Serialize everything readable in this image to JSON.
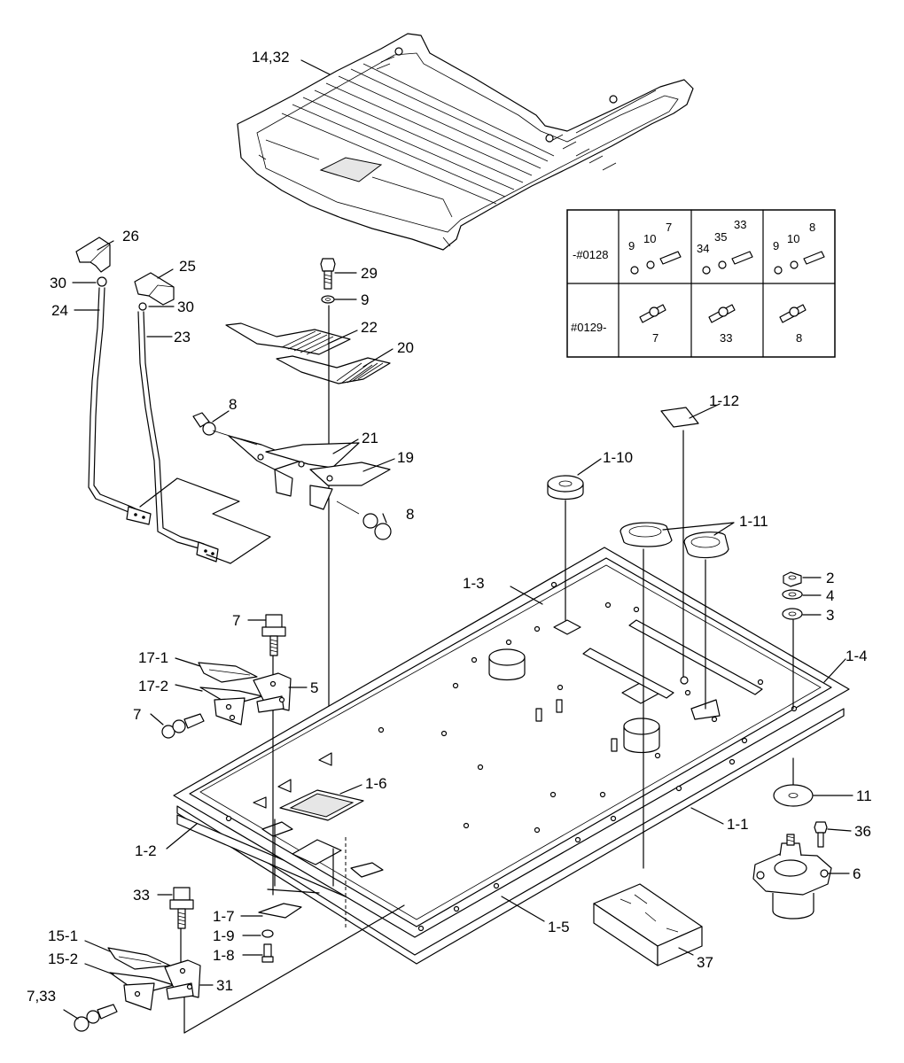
{
  "labels": {
    "l_1432": "14,32",
    "l_26": "26",
    "l_25": "25",
    "l_30a": "30",
    "l_30b": "30",
    "l_24": "24",
    "l_23": "23",
    "l_29": "29",
    "l_9": "9",
    "l_22": "22",
    "l_20": "20",
    "l_8a": "8",
    "l_21": "21",
    "l_19": "19",
    "l_8b": "8",
    "l_1_12": "1-12",
    "l_1_10": "1-10",
    "l_1_11": "1-11",
    "l_1_3": "1-3",
    "l_2": "2",
    "l_4": "4",
    "l_3": "3",
    "l_1_4": "1-4",
    "l_7a": "7",
    "l_17_1": "17-1",
    "l_17_2": "17-2",
    "l_5": "5",
    "l_7b": "7",
    "l_1_6": "1-6",
    "l_11": "11",
    "l_1_1": "1-1",
    "l_36": "36",
    "l_1_2": "1-2",
    "l_6": "6",
    "l_33": "33",
    "l_1_7": "1-7",
    "l_1_5": "1-5",
    "l_1_9": "1-9",
    "l_1_8": "1-8",
    "l_15_1": "15-1",
    "l_15_2": "15-2",
    "l_31": "31",
    "l_37": "37",
    "l_733": "7,33"
  },
  "table": {
    "row1_label": "-#0128",
    "row2_label": "#0129-",
    "c1": {
      "a": "9",
      "b": "10",
      "c": "7",
      "bottom": "7"
    },
    "c2": {
      "a": "34",
      "b": "35",
      "c": "33",
      "bottom": "33"
    },
    "c3": {
      "a": "9",
      "b": "10",
      "c": "8",
      "bottom": "8"
    }
  }
}
